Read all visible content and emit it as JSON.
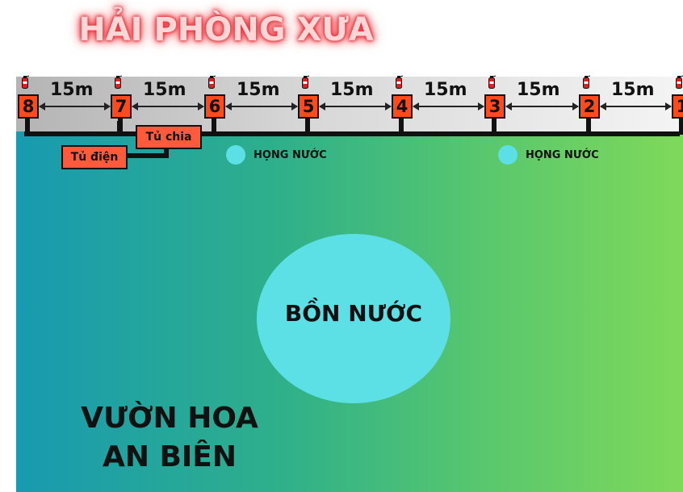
{
  "title": "HẢI PHÒNG XƯA",
  "posts": [
    "8",
    "7",
    "6",
    "5",
    "4",
    "3",
    "2",
    "1"
  ],
  "spacing_label": "15m",
  "panels": {
    "distribution": "Tủ chia",
    "electric": "Tủ điện"
  },
  "hydrant_label": "HỌNG NƯỚC",
  "tank_label": "BỒN NƯỚC",
  "park_name_line1": "VƯỜN HOA",
  "park_name_line2": "AN BIÊN",
  "colors": {
    "post_box": "#ff4a1c",
    "panel_box": "#ff5a3c",
    "water": "#5ce0e6",
    "park_left": "#189ab0",
    "park_right": "#7fd95a"
  },
  "icons": {
    "extinguisher": "fire-extinguisher-icon"
  }
}
